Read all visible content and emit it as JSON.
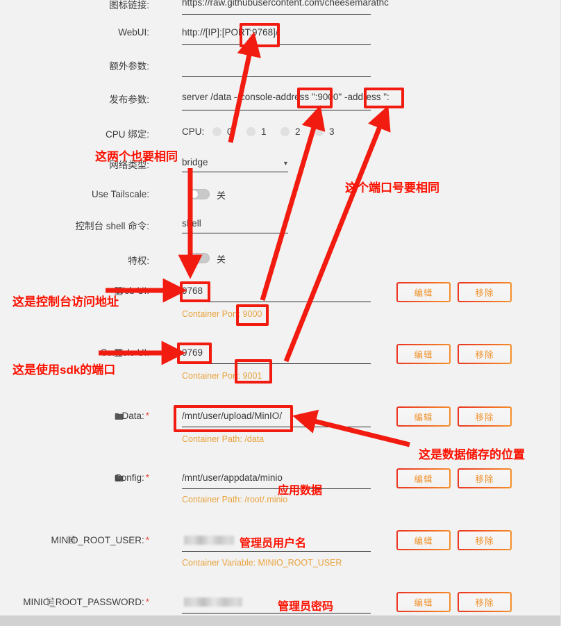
{
  "form": {
    "rows": [
      {
        "id": "icon-url",
        "label": "图标链接:",
        "value": "https://raw.githubusercontent.com/cheesemarathc"
      },
      {
        "id": "webui",
        "label": "WebUI:",
        "value": "http://[IP]:[PORT:9768]/"
      },
      {
        "id": "extra-params",
        "label": "额外参数:",
        "value": ""
      },
      {
        "id": "publish-params",
        "label": "发布参数:",
        "value": "server /data --console-address \":9000\" -address \":"
      },
      {
        "id": "cpu-binding",
        "label": "CPU 绑定:",
        "value": "CPU:"
      },
      {
        "id": "network-type",
        "label": "网络类型:",
        "value": "bridge"
      },
      {
        "id": "use-tailscale",
        "label": "Use Tailscale:",
        "value": "关"
      },
      {
        "id": "console-shell",
        "label": "控制台 shell 命令:",
        "value": "shell"
      },
      {
        "id": "privileged",
        "label": "特权:",
        "value": "关"
      }
    ],
    "cpu": {
      "prefix": "CPU:",
      "cores": [
        "0",
        "1",
        "2",
        "3"
      ]
    },
    "network_selected": "bridge",
    "shell_selected": "shell",
    "toggle_off_label": "关"
  },
  "ports": [
    {
      "id": "web-ui",
      "icon": "monitor-icon",
      "label": "Web UI:",
      "value": "9768",
      "hint_prefix": "Container Port:",
      "hint_value": "9000",
      "edit_label": "编辑",
      "remove_label": "移除"
    },
    {
      "id": "console-ui",
      "icon": "monitor-icon",
      "label": "Console UI:",
      "value": "9769",
      "hint_prefix": "Container Port:",
      "hint_value": "9001",
      "edit_label": "编辑",
      "remove_label": "移除"
    }
  ],
  "volumes": [
    {
      "id": "data",
      "icon": "folder-icon",
      "label": "Data:",
      "required": "*",
      "value": "/mnt/user/upload/MinIO/",
      "hint": "Container Path: /data",
      "edit_label": "编辑",
      "remove_label": "移除"
    },
    {
      "id": "config",
      "icon": "folder-icon",
      "label": "Config:",
      "required": "*",
      "value": "/mnt/user/appdata/minio",
      "hint": "Container Path: /root/.minio",
      "edit_label": "编辑",
      "remove_label": "移除"
    }
  ],
  "variables": [
    {
      "id": "minio-root-user",
      "icon": "file-icon",
      "label": "MINIO_ROOT_USER:",
      "required": "*",
      "value": "",
      "redacted": true,
      "hint": "Container Variable: MINIO_ROOT_USER",
      "edit_label": "编辑",
      "remove_label": "移除"
    },
    {
      "id": "minio-root-password",
      "icon": "file-icon",
      "label": "MINIO_ROOT_PASSWORD:",
      "required": "*",
      "value": "",
      "redacted": true,
      "hint": "",
      "edit_label": "编辑",
      "remove_label": "移除"
    }
  ],
  "annotations": {
    "network_same": "这两个也要相同",
    "port_same": "这个端口号要相同",
    "console_addr": "这是控制台访问地址",
    "sdk_port": "这是使用sdk的端口",
    "data_location": "这是数据储存的位置",
    "app_data": "应用数据",
    "admin_user": "管理员用户名",
    "admin_password": "管理员密码"
  },
  "colors": {
    "annotation_red": "#fb1100",
    "hint_orange": "#e8a33d",
    "button_border_start": "#ea3323",
    "button_border_end": "#f5932b",
    "button_text": "#f0922c",
    "background": "#f2f2f2"
  }
}
